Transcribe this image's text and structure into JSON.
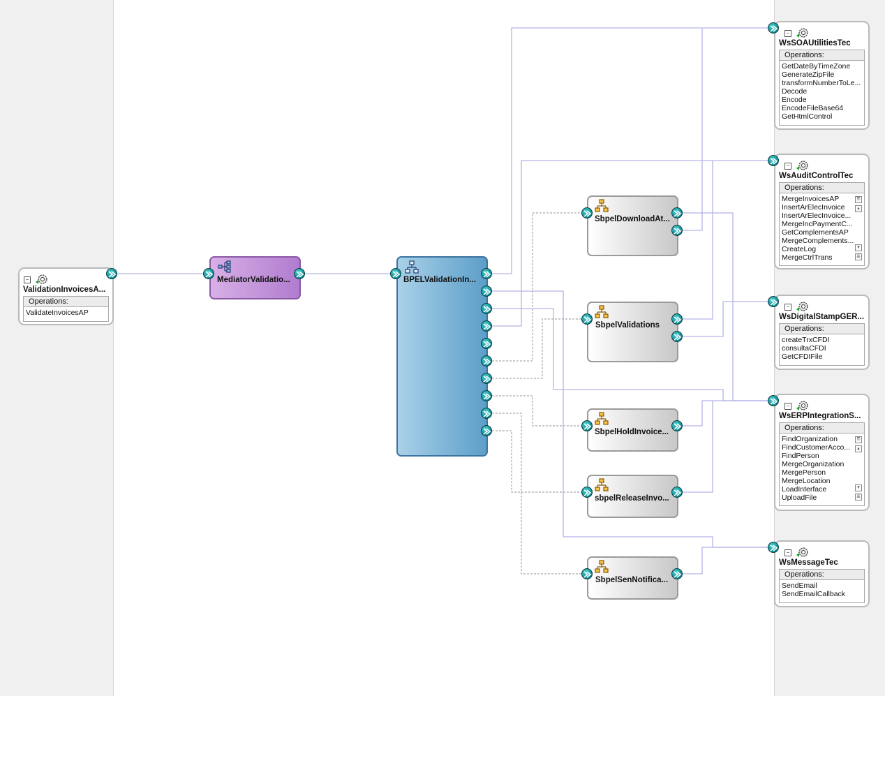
{
  "exposed_service": {
    "name": "ValidationInvoicesA...",
    "operations_label": "Operations:",
    "operations": [
      "ValidateInvoicesAP"
    ]
  },
  "components": {
    "mediator": {
      "name": "MediatorValidatio..."
    },
    "bpel": {
      "name": "BPELValidationIn..."
    },
    "sbpel_download": {
      "name": "SbpelDownloadAt..."
    },
    "sbpel_validations": {
      "name": "SbpelValidations"
    },
    "sbpel_hold": {
      "name": "SbpelHoldInvoice..."
    },
    "sbpel_release": {
      "name": "sbpelReleaseInvo..."
    },
    "sbpel_notification": {
      "name": "SbpelSenNotifica..."
    }
  },
  "references": {
    "soa_utilities": {
      "name": "WsSOAUtilitiesTec",
      "operations_label": "Operations:",
      "operations": [
        "GetDateByTimeZone",
        "GenerateZipFile",
        "transformNumberToLe...",
        "Decode",
        "Encode",
        "EncodeFileBase64",
        "GetHtmlControl"
      ]
    },
    "audit_control": {
      "name": "WsAuditControlTec",
      "operations_label": "Operations:",
      "operations": [
        "MergeInvoicesAP",
        "InsertArElecInvoice",
        "InsertArElecInvoice...",
        "MergeIncPaymentC...",
        "GetComplementsAP",
        "MergeComplements...",
        "CreateLog",
        "MergeCtrlTrans"
      ]
    },
    "digital_stamp": {
      "name": "WsDigitalStampGER...",
      "operations_label": "Operations:",
      "operations": [
        "createTrxCFDI",
        "consultaCFDI",
        "GetCFDIFile"
      ]
    },
    "erp_integration": {
      "name": "WsERPIntegrationS...",
      "operations_label": "Operations:",
      "operations": [
        "FindOrganization",
        "FindCustomerAcco...",
        "FindPerson",
        "MergeOrganization",
        "MergePerson",
        "MergeLocation",
        "LoadInterface",
        "UploadFile"
      ]
    },
    "message": {
      "name": "WsMessageTec",
      "operations_label": "Operations:",
      "operations": [
        "SendEmail",
        "SendEmailCallback"
      ]
    }
  },
  "colors": {
    "wire": "#b4b4e6",
    "dashed_wire": "#a8a8a8",
    "port": "#0a8a92",
    "mediator": "#b07ccf",
    "bpel": "#5d9ec9",
    "lane": "#f0f0f0"
  }
}
